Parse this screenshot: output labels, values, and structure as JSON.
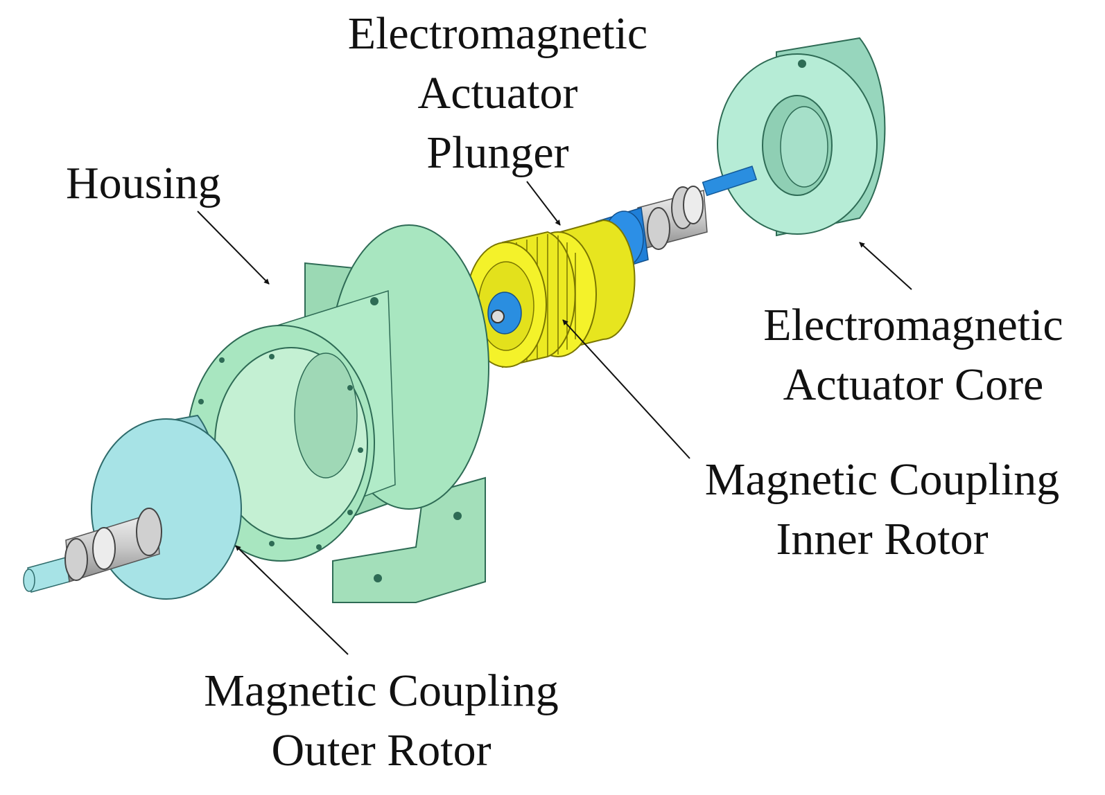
{
  "labels": {
    "housing": "Housing",
    "plunger": [
      "Electromagnetic",
      "Actuator",
      "Plunger"
    ],
    "core": [
      "Electromagnetic",
      "Actuator Core"
    ],
    "inner_rotor": [
      "Magnetic Coupling",
      "Inner Rotor"
    ],
    "outer_rotor": [
      "Magnetic Coupling",
      "Outer Rotor"
    ]
  },
  "colors": {
    "housing": "#a8e6c0",
    "core": "#b6ecd6",
    "outer_rotor": "#a7e3e6",
    "plunger": "#f4f22a",
    "shaft_blue": "#2a8ee0",
    "arrow": "#111111"
  }
}
